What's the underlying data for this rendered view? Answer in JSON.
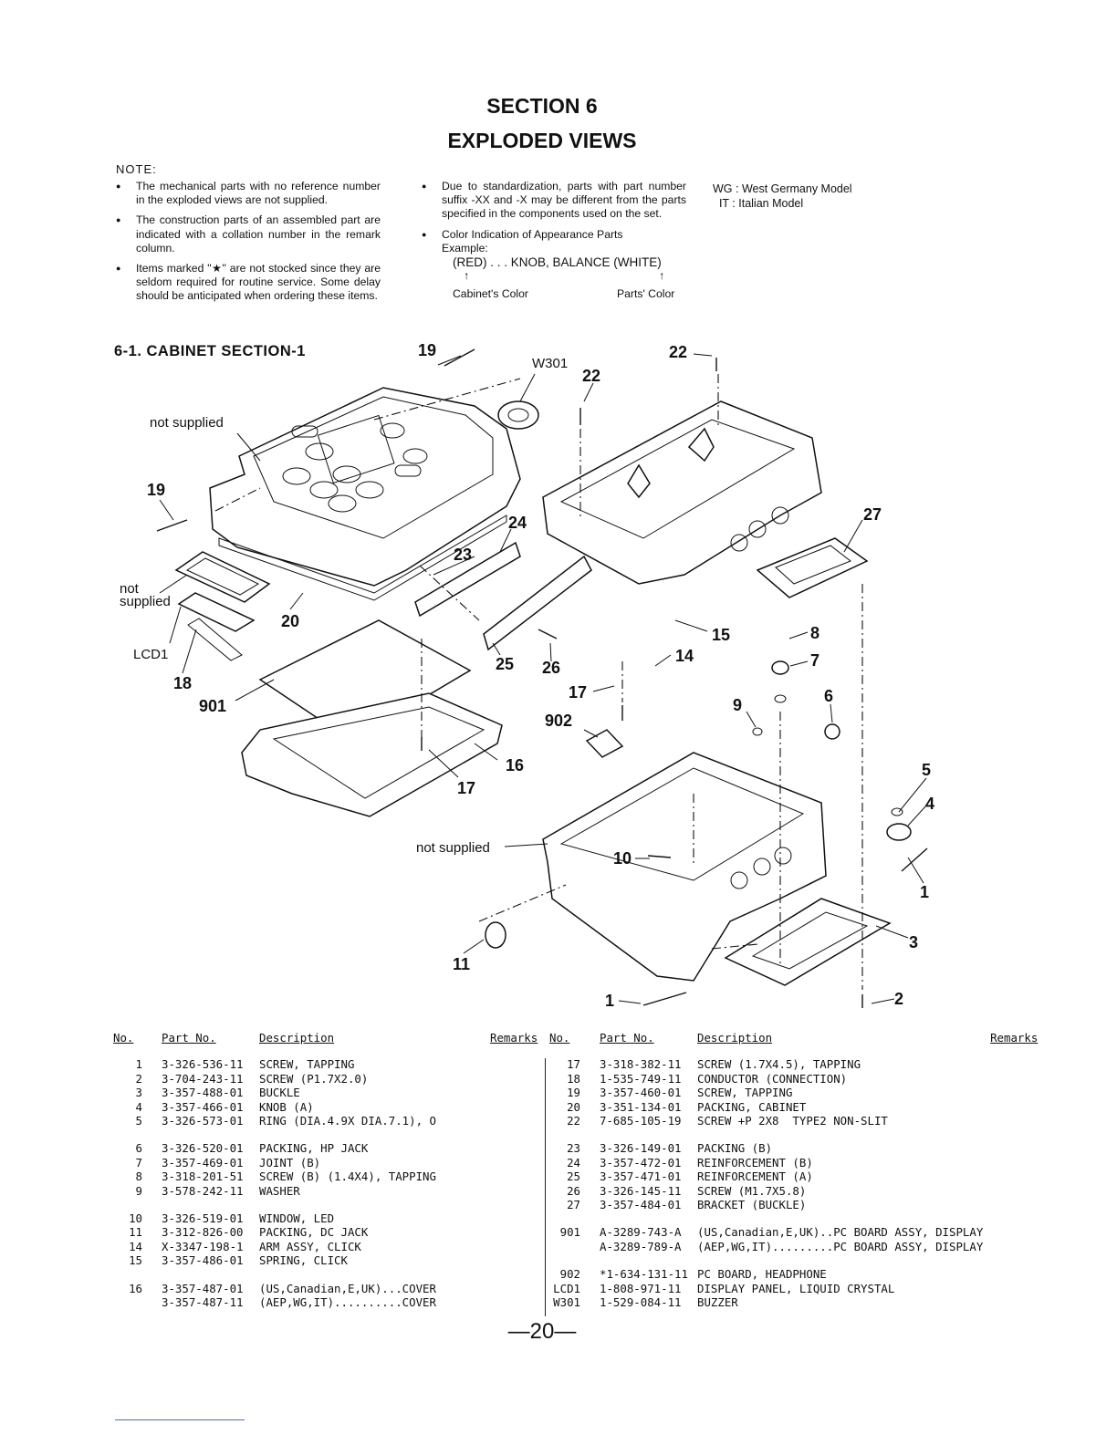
{
  "header": {
    "section": "SECTION 6",
    "title": "EXPLODED VIEWS"
  },
  "notes": {
    "heading": "NOTE:",
    "col1": [
      "The mechanical parts with no reference number in the exploded views are not supplied.",
      "The construction parts of an assembled part are indicated with a collation number in the remark column.",
      "Items marked \"★\" are not stocked since they are seldom required for routine service. Some delay should be anticipated when ordering these items."
    ],
    "col2": [
      "Due to standardization, parts with part number suffix -XX and -X may be different from the parts specified in the components used on the set."
    ],
    "color_indication": {
      "title": "Color Indication of Appearance Parts",
      "example_label": "Example:",
      "example": "(RED) . . . KNOB, BALANCE (WHITE)",
      "arrow": "↑",
      "left_caption": "Cabinet's Color",
      "right_caption": "Parts' Color"
    },
    "models": [
      "WG : West Germany Model",
      "  IT : Italian Model"
    ]
  },
  "section_heading": "6-1. CABINET SECTION-1",
  "diagram": {
    "callouts": [
      "19",
      "W301",
      "22",
      "22",
      "not supplied",
      "19",
      "24",
      "23",
      "27",
      "not supplied",
      "20",
      "15",
      "8",
      "LCD1",
      "18",
      "25",
      "26",
      "14",
      "7",
      "901",
      "17",
      "9",
      "6",
      "902",
      "16",
      "17",
      "5",
      "4",
      "not supplied",
      "10",
      "1",
      "3",
      "11",
      "1",
      "2"
    ]
  },
  "parts_table": {
    "headers": {
      "no": "No.",
      "part_no": "Part No.",
      "description": "Description",
      "remarks": "Remarks"
    },
    "left": [
      {
        "no": "1",
        "part": "3-326-536-11",
        "desc": "SCREW, TAPPING"
      },
      {
        "no": "2",
        "part": "3-704-243-11",
        "desc": "SCREW (P1.7X2.0)"
      },
      {
        "no": "3",
        "part": "3-357-488-01",
        "desc": "BUCKLE"
      },
      {
        "no": "4",
        "part": "3-357-466-01",
        "desc": "KNOB (A)"
      },
      {
        "no": "5",
        "part": "3-326-573-01",
        "desc": "RING (DIA.4.9X DIA.7.1), O"
      },
      {
        "no": "",
        "part": "",
        "desc": ""
      },
      {
        "no": "6",
        "part": "3-326-520-01",
        "desc": "PACKING, HP JACK"
      },
      {
        "no": "7",
        "part": "3-357-469-01",
        "desc": "JOINT (B)"
      },
      {
        "no": "8",
        "part": "3-318-201-51",
        "desc": "SCREW (B) (1.4X4), TAPPING"
      },
      {
        "no": "9",
        "part": "3-578-242-11",
        "desc": "WASHER"
      },
      {
        "no": "",
        "part": "",
        "desc": ""
      },
      {
        "no": "10",
        "part": "3-326-519-01",
        "desc": "WINDOW, LED"
      },
      {
        "no": "11",
        "part": "3-312-826-00",
        "desc": "PACKING, DC JACK"
      },
      {
        "no": "14",
        "part": "X-3347-198-1",
        "desc": "ARM ASSY, CLICK"
      },
      {
        "no": "15",
        "part": "3-357-486-01",
        "desc": "SPRING, CLICK"
      },
      {
        "no": "",
        "part": "",
        "desc": ""
      },
      {
        "no": "16",
        "part": "3-357-487-01",
        "desc": "(US,Canadian,E,UK)...COVER"
      },
      {
        "no": "",
        "part": "3-357-487-11",
        "desc": "(AEP,WG,IT)..........COVER"
      }
    ],
    "right": [
      {
        "no": "17",
        "part": "3-318-382-11",
        "desc": "SCREW (1.7X4.5), TAPPING"
      },
      {
        "no": "18",
        "part": "1-535-749-11",
        "desc": "CONDUCTOR (CONNECTION)"
      },
      {
        "no": "19",
        "part": "3-357-460-01",
        "desc": "SCREW, TAPPING"
      },
      {
        "no": "20",
        "part": "3-351-134-01",
        "desc": "PACKING, CABINET"
      },
      {
        "no": "22",
        "part": "7-685-105-19",
        "desc": "SCREW +P 2X8  TYPE2 NON-SLIT"
      },
      {
        "no": "",
        "part": "",
        "desc": ""
      },
      {
        "no": "23",
        "part": "3-326-149-01",
        "desc": "PACKING (B)"
      },
      {
        "no": "24",
        "part": "3-357-472-01",
        "desc": "REINFORCEMENT (B)"
      },
      {
        "no": "25",
        "part": "3-357-471-01",
        "desc": "REINFORCEMENT (A)"
      },
      {
        "no": "26",
        "part": "3-326-145-11",
        "desc": "SCREW (M1.7X5.8)"
      },
      {
        "no": "27",
        "part": "3-357-484-01",
        "desc": "BRACKET (BUCKLE)"
      },
      {
        "no": "",
        "part": "",
        "desc": ""
      },
      {
        "no": "901",
        "part": "A-3289-743-A",
        "desc": "(US,Canadian,E,UK)..PC BOARD ASSY, DISPLAY"
      },
      {
        "no": "",
        "part": "A-3289-789-A",
        "desc": "(AEP,WG,IT).........PC BOARD ASSY, DISPLAY"
      },
      {
        "no": "",
        "part": "",
        "desc": ""
      },
      {
        "no": "902",
        "part": "*1-634-131-11",
        "desc": "PC BOARD, HEADPHONE"
      },
      {
        "no": "LCD1",
        "part": "1-808-971-11",
        "desc": "DISPLAY PANEL, LIQUID CRYSTAL"
      },
      {
        "no": "W301",
        "part": "1-529-084-11",
        "desc": "BUZZER"
      }
    ]
  },
  "footer": {
    "page": "—20—"
  }
}
